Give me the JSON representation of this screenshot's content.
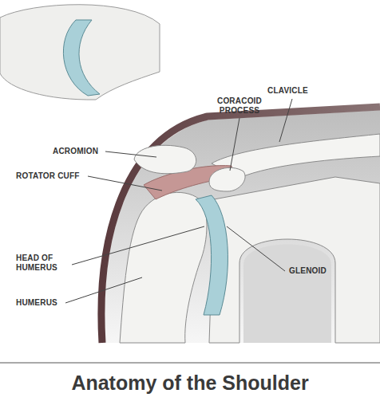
{
  "diagram": {
    "title": "Anatomy of the Shoulder",
    "labels": [
      "CORACOID PROCESS",
      "CLAVICLE",
      "ACROMION",
      "ROTATOR CUFF",
      "HEAD OF HUMERUS",
      "GLENOID",
      "HUMERUS"
    ]
  }
}
